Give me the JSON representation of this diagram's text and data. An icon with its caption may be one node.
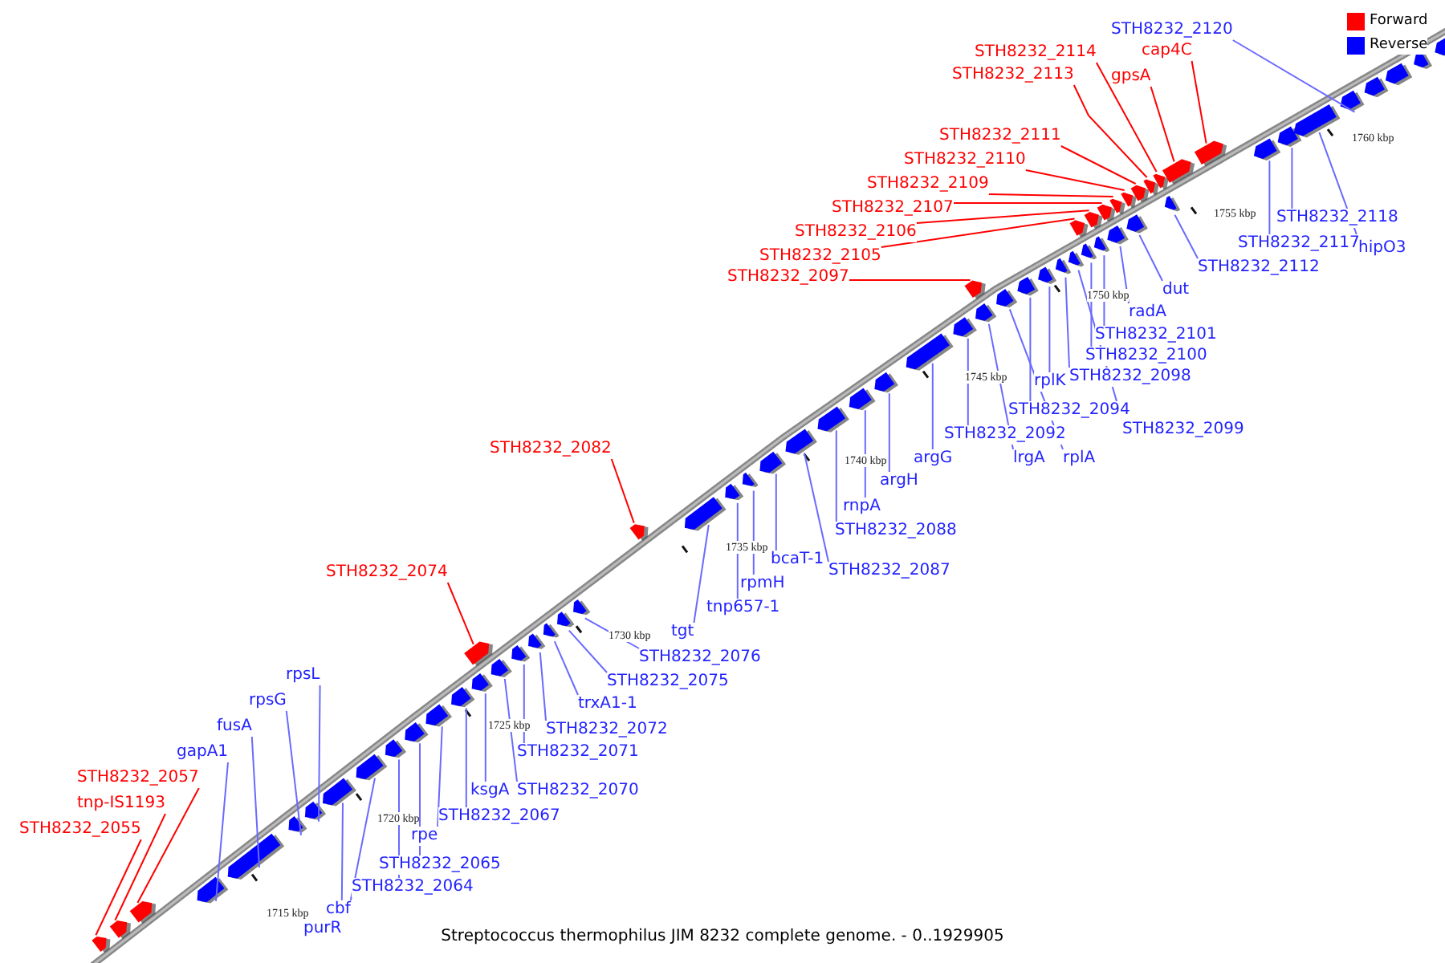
{
  "diagram": {
    "caption": "Streptococcus thermophilus JIM 8232 complete genome. - 0..1929905",
    "nodes": [
      {
        "text": [
          "STH8232_2055"
        ]
      },
      {
        "text": [
          "tnp-IS1193"
        ]
      },
      {
        "text": [
          "STH8232_2057"
        ]
      },
      {
        "text": [
          "gapA1"
        ]
      },
      {
        "text": [
          "fusA"
        ]
      },
      {
        "text": [
          "rpsG"
        ]
      },
      {
        "text": [
          "rpsL"
        ]
      },
      {
        "text": [
          "purR"
        ]
      },
      {
        "text": [
          "cbf"
        ]
      },
      {
        "text": [
          "STH8232_2064"
        ]
      },
      {
        "text": [
          "STH8232_2065"
        ]
      },
      {
        "text": [
          "rpe"
        ]
      },
      {
        "text": [
          "STH8232_2067"
        ]
      },
      {
        "text": [
          "ksgA"
        ]
      },
      {
        "text": [
          "STH8232_2070"
        ]
      },
      {
        "text": [
          "STH8232_2071"
        ]
      },
      {
        "text": [
          "STH8232_2072"
        ]
      },
      {
        "text": [
          "trxA1-1"
        ]
      },
      {
        "text": [
          "STH8232_2075"
        ]
      },
      {
        "text": [
          "STH8232_2076"
        ]
      },
      {
        "text": [
          "tgt"
        ]
      },
      {
        "text": [
          "tnp657-1"
        ]
      },
      {
        "text": [
          "rpmH"
        ]
      },
      {
        "text": [
          "bcaT-1"
        ]
      },
      {
        "text": [
          "STH8232_2087"
        ]
      },
      {
        "text": [
          "STH8232_2088"
        ]
      },
      {
        "text": [
          "rnpA"
        ]
      },
      {
        "text": [
          "argH"
        ]
      },
      {
        "text": [
          "argG"
        ]
      },
      {
        "text": [
          "STH8232_2092"
        ]
      },
      {
        "text": [
          "lrgA"
        ]
      },
      {
        "text": [
          "rplA"
        ]
      },
      {
        "text": [
          "STH8232_2094"
        ]
      },
      {
        "text": [
          "rplK"
        ]
      },
      {
        "text": [
          "STH8232_2098"
        ]
      },
      {
        "text": [
          "STH8232_2099"
        ]
      },
      {
        "text": [
          "STH8232_2100"
        ]
      },
      {
        "text": [
          "STH8232_2101"
        ]
      },
      {
        "text": [
          "radA"
        ]
      },
      {
        "text": [
          "dut"
        ]
      },
      {
        "text": [
          "STH8232_2112"
        ]
      },
      {
        "text": [
          "STH8232_2117"
        ]
      },
      {
        "text": [
          "STH8232_2118"
        ]
      },
      {
        "text": [
          "hipO3"
        ]
      },
      {
        "text": [
          "STH8232_2120"
        ]
      },
      {
        "text": [
          "STH8232_2097"
        ]
      },
      {
        "text": [
          "STH8232_2105"
        ]
      },
      {
        "text": [
          "STH8232_2106"
        ]
      },
      {
        "text": [
          "STH8232_2107"
        ]
      },
      {
        "text": [
          "STH8232_2109"
        ]
      },
      {
        "text": [
          "STH8232_2110"
        ]
      },
      {
        "text": [
          "STH8232_2111"
        ]
      },
      {
        "text": [
          "STH8232_2113"
        ]
      },
      {
        "text": [
          "STH8232_2114"
        ]
      },
      {
        "text": [
          "gpsA"
        ]
      },
      {
        "text": [
          "cap4C"
        ]
      },
      {
        "text": [
          "STH8232_2074"
        ]
      },
      {
        "text": [
          "STH8232_2082"
        ]
      },
      {
        "text": [],
        "shape": "arrow"
      },
      {
        "text": [],
        "shape": "arrow"
      },
      {
        "text": [],
        "shape": "arrow"
      },
      {
        "text": [],
        "shape": "arrow"
      },
      {
        "text": [],
        "shape": "arrow"
      },
      {
        "text": [],
        "shape": "arrow"
      },
      {
        "text": [],
        "shape": "arrow"
      },
      {
        "text": [],
        "shape": "arrow"
      },
      {
        "text": [],
        "shape": "arrow"
      },
      {
        "text": [],
        "shape": "arrow"
      },
      {
        "text": [],
        "shape": "arrow"
      },
      {
        "text": [],
        "shape": "arrow"
      },
      {
        "text": [],
        "shape": "arrow"
      },
      {
        "text": [],
        "shape": "arrow"
      },
      {
        "text": [],
        "shape": "arrow"
      },
      {
        "text": [],
        "shape": "arrow"
      },
      {
        "text": [],
        "shape": "arrow"
      },
      {
        "text": [],
        "shape": "arrow"
      },
      {
        "text": [],
        "shape": "arrow"
      },
      {
        "text": [],
        "shape": "arrow"
      },
      {
        "text": [],
        "shape": "arrow"
      },
      {
        "text": [],
        "shape": "arrow"
      },
      {
        "text": [],
        "shape": "arrow"
      },
      {
        "text": [],
        "shape": "arrow"
      },
      {
        "text": [],
        "shape": "arrow"
      },
      {
        "text": [],
        "shape": "arrow"
      },
      {
        "text": [],
        "shape": "arrow"
      },
      {
        "text": [],
        "shape": "arrow"
      },
      {
        "text": [],
        "shape": "arrow"
      },
      {
        "text": [],
        "shape": "arrow"
      },
      {
        "text": [],
        "shape": "arrow"
      },
      {
        "text": [],
        "shape": "arrow"
      },
      {
        "text": [],
        "shape": "arrow"
      },
      {
        "text": [],
        "shape": "arrow"
      },
      {
        "text": [],
        "shape": "arrow"
      },
      {
        "text": [],
        "shape": "arrow"
      },
      {
        "text": [],
        "shape": "arrow"
      },
      {
        "text": [],
        "shape": "arrow"
      },
      {
        "text": [],
        "shape": "arrow"
      },
      {
        "text": [],
        "shape": "arrow"
      },
      {
        "text": [],
        "shape": "arrow"
      },
      {
        "text": [],
        "shape": "arrow"
      },
      {
        "text": [],
        "shape": "arrow"
      },
      {
        "text": [],
        "shape": "arrow"
      },
      {
        "text": [],
        "shape": "arrow"
      },
      {
        "text": [],
        "shape": "arrow"
      },
      {
        "text": [],
        "shape": "arrow"
      },
      {
        "text": [],
        "shape": "arrow"
      },
      {
        "text": [],
        "shape": "arrow"
      },
      {
        "text": [],
        "shape": "arrow"
      },
      {
        "text": [],
        "shape": "arrow"
      },
      {
        "text": [],
        "shape": "arrow"
      },
      {
        "text": [],
        "shape": "arrow"
      },
      {
        "text": [],
        "shape": "arrow"
      },
      {
        "text": [],
        "shape": "arrow"
      },
      {
        "text": [],
        "shape": "arrow"
      },
      {
        "text": [],
        "shape": "arrow"
      },
      {
        "text": [],
        "shape": "arrow"
      },
      {
        "text": [],
        "shape": "arrow"
      },
      {
        "text": [],
        "shape": "arrow"
      },
      {
        "text": [],
        "shape": "arrow"
      },
      {
        "text": [],
        "shape": "arrow"
      }
    ],
    "edges": [
      {
        "from": 0,
        "to": 58,
        "arrow": "none",
        "color": "#ff0000"
      },
      {
        "from": 1,
        "to": 59,
        "arrow": "none",
        "color": "#ff0000"
      },
      {
        "from": 2,
        "to": 60,
        "arrow": "none",
        "color": "#ff0000"
      },
      {
        "from": 3,
        "to": 61,
        "arrow": "none"
      },
      {
        "from": 4,
        "to": 62,
        "arrow": "none"
      },
      {
        "from": 5,
        "to": 63,
        "arrow": "none"
      },
      {
        "from": 6,
        "to": 64,
        "arrow": "none"
      },
      {
        "from": 7,
        "to": 65,
        "arrow": "none"
      },
      {
        "from": 8,
        "to": 66,
        "arrow": "none"
      },
      {
        "from": 9,
        "to": 67,
        "arrow": "none"
      },
      {
        "from": 10,
        "to": 68,
        "arrow": "none"
      },
      {
        "from": 11,
        "to": 69,
        "arrow": "none"
      },
      {
        "from": 12,
        "to": 70,
        "arrow": "none"
      },
      {
        "from": 13,
        "to": 71,
        "arrow": "none"
      },
      {
        "from": 14,
        "to": 73,
        "arrow": "none"
      },
      {
        "from": 15,
        "to": 74,
        "arrow": "none"
      },
      {
        "from": 16,
        "to": 75,
        "arrow": "none"
      },
      {
        "from": 17,
        "to": 76,
        "arrow": "none"
      },
      {
        "from": 18,
        "to": 77,
        "arrow": "none"
      },
      {
        "from": 19,
        "to": 78,
        "arrow": "none"
      },
      {
        "from": 20,
        "to": 80,
        "arrow": "none"
      },
      {
        "from": 21,
        "to": 81,
        "arrow": "none"
      },
      {
        "from": 22,
        "to": 82,
        "arrow": "none"
      },
      {
        "from": 23,
        "to": 83,
        "arrow": "none"
      },
      {
        "from": 24,
        "to": 84,
        "arrow": "none"
      },
      {
        "from": 25,
        "to": 85,
        "arrow": "none"
      },
      {
        "from": 26,
        "to": 86,
        "arrow": "none"
      },
      {
        "from": 27,
        "to": 87,
        "arrow": "none"
      },
      {
        "from": 28,
        "to": 88,
        "arrow": "none"
      },
      {
        "from": 29,
        "to": 89,
        "arrow": "none"
      },
      {
        "from": 30,
        "to": 90,
        "arrow": "none"
      },
      {
        "from": 31,
        "to": 92,
        "arrow": "none"
      },
      {
        "from": 32,
        "to": 93,
        "arrow": "none"
      },
      {
        "from": 33,
        "to": 94,
        "arrow": "none"
      },
      {
        "from": 34,
        "to": 95,
        "arrow": "none"
      },
      {
        "from": 35,
        "to": 96,
        "arrow": "none"
      },
      {
        "from": 36,
        "to": 97,
        "arrow": "none"
      },
      {
        "from": 37,
        "to": 99,
        "arrow": "none"
      },
      {
        "from": 38,
        "to": 101,
        "arrow": "none"
      },
      {
        "from": 39,
        "to": 104,
        "arrow": "none"
      },
      {
        "from": 40,
        "to": 108,
        "arrow": "none"
      },
      {
        "from": 41,
        "to": 112,
        "arrow": "none"
      },
      {
        "from": 42,
        "to": 113,
        "arrow": "none"
      },
      {
        "from": 43,
        "to": 114,
        "arrow": "none"
      },
      {
        "from": 44,
        "to": 115,
        "arrow": "none"
      },
      {
        "from": 45,
        "to": 91,
        "arrow": "none",
        "color": "#ff0000"
      },
      {
        "from": 46,
        "to": 98,
        "arrow": "none",
        "color": "#ff0000"
      },
      {
        "from": 47,
        "to": 100,
        "arrow": "none",
        "color": "#ff0000"
      },
      {
        "from": 48,
        "to": 102,
        "arrow": "none",
        "color": "#ff0000"
      },
      {
        "from": 49,
        "to": 103,
        "arrow": "none",
        "color": "#ff0000"
      },
      {
        "from": 50,
        "to": 105,
        "arrow": "none",
        "color": "#ff0000"
      },
      {
        "from": 51,
        "to": 106,
        "arrow": "none",
        "color": "#ff0000"
      },
      {
        "from": 52,
        "to": 107,
        "arrow": "none",
        "color": "#ff0000"
      },
      {
        "from": 53,
        "to": 109,
        "arrow": "none",
        "color": "#ff0000"
      },
      {
        "from": 54,
        "to": 110,
        "arrow": "none",
        "color": "#ff0000"
      },
      {
        "from": 55,
        "to": 111,
        "arrow": "none",
        "color": "#ff0000"
      },
      {
        "from": 56,
        "to": 72,
        "arrow": "none",
        "color": "#ff0000"
      },
      {
        "from": 57,
        "to": 79,
        "arrow": "none",
        "color": "#ff0000"
      }
    ],
    "labels": [
      "1715 kbp",
      "1720 kbp",
      "1725 kbp",
      "1730 kbp",
      "1735 kbp",
      "1740 kbp",
      "1745 kbp",
      "1750 kbp",
      "1755 kbp",
      "1760 kbp"
    ],
    "legend": [
      {
        "text": "Forward",
        "color": "#ff0000"
      },
      {
        "text": "Reverse",
        "color": "#0000ff"
      }
    ]
  }
}
